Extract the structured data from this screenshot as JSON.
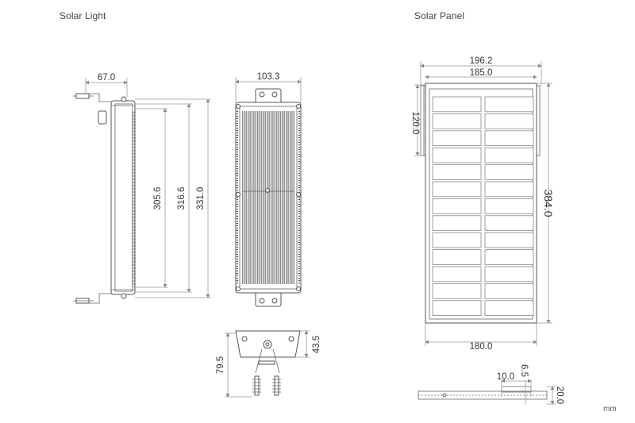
{
  "titles": {
    "left": "Solar Light",
    "right": "Solar Panel"
  },
  "unit": "mm",
  "dimensions": {
    "light_depth": "67.0",
    "light_width": "103.3",
    "light_h1": "305.6",
    "light_h2": "316.6",
    "light_h3": "331.0",
    "bracket_h": "79.5",
    "bracket_w": "43.5",
    "panel_w_outer": "196.2",
    "panel_w_inner": "185.0",
    "panel_bracket": "120.0",
    "panel_h": "384.0",
    "panel_w_bottom": "180.0",
    "side_a": "10.0",
    "side_b": "6.5",
    "side_thick": "20.0"
  }
}
